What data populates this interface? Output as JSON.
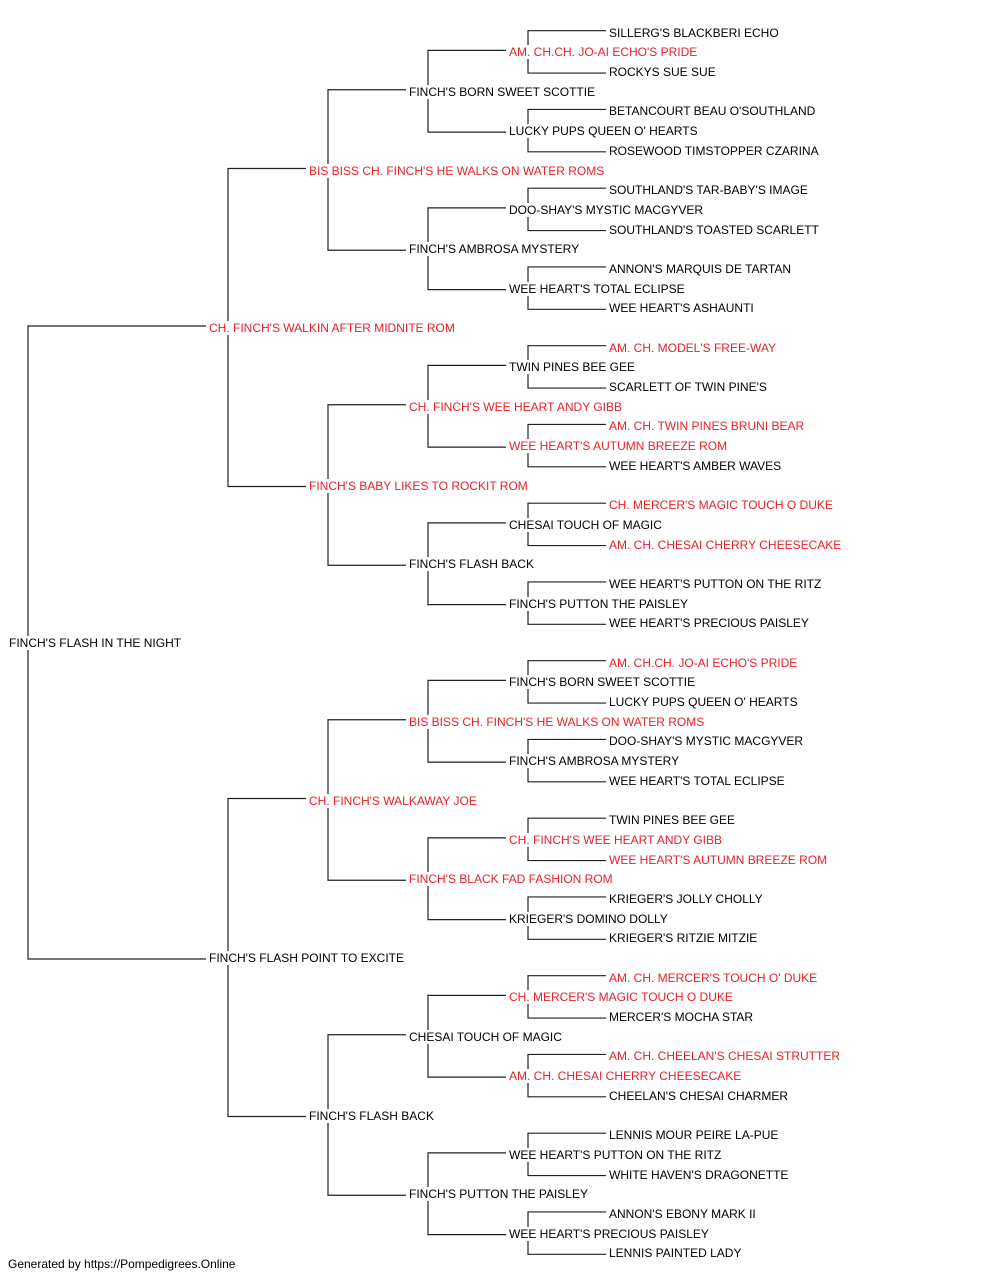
{
  "colors": {
    "champion_text": "#e8212a",
    "normal_text": "#000000",
    "connector_line": "#222222",
    "background": "#ffffff"
  },
  "pedigree": {
    "subject": {
      "name": "FINCH'S FLASH IN THE NIGHT",
      "champion": false
    },
    "generations": [
      [
        {
          "name": "CH. FINCH'S WALKIN AFTER MIDNITE ROM",
          "champion": true
        },
        {
          "name": "FINCH'S FLASH POINT TO EXCITE",
          "champion": false
        }
      ],
      [
        {
          "name": "BIS BISS CH. FINCH'S HE WALKS ON WATER ROMS",
          "champion": true
        },
        {
          "name": "FINCH'S BABY LIKES TO ROCKIT ROM",
          "champion": true
        },
        {
          "name": "CH. FINCH'S WALKAWAY JOE",
          "champion": true
        },
        {
          "name": "FINCH'S FLASH BACK",
          "champion": false
        }
      ],
      [
        {
          "name": "FINCH'S BORN SWEET SCOTTIE",
          "champion": false
        },
        {
          "name": "FINCH'S AMBROSA MYSTERY",
          "champion": false
        },
        {
          "name": "CH. FINCH'S WEE HEART ANDY GIBB",
          "champion": true
        },
        {
          "name": "FINCH'S FLASH BACK",
          "champion": false
        },
        {
          "name": "BIS BISS CH. FINCH'S HE WALKS ON WATER ROMS",
          "champion": true
        },
        {
          "name": "FINCH'S BLACK FAD FASHION ROM",
          "champion": true
        },
        {
          "name": "CHESAI TOUCH OF MAGIC",
          "champion": false
        },
        {
          "name": "FINCH'S PUTTON THE PAISLEY",
          "champion": false
        }
      ],
      [
        {
          "name": "AM. CH.CH. JO-AI ECHO'S PRIDE",
          "champion": true
        },
        {
          "name": "LUCKY PUPS QUEEN O' HEARTS",
          "champion": false
        },
        {
          "name": "DOO-SHAY'S MYSTIC MACGYVER",
          "champion": false
        },
        {
          "name": "WEE HEART'S TOTAL ECLIPSE",
          "champion": false
        },
        {
          "name": "TWIN PINES BEE GEE",
          "champion": false
        },
        {
          "name": "WEE HEART'S AUTUMN BREEZE ROM",
          "champion": true
        },
        {
          "name": "CHESAI TOUCH OF MAGIC",
          "champion": false
        },
        {
          "name": "FINCH'S PUTTON THE PAISLEY",
          "champion": false
        },
        {
          "name": "FINCH'S BORN SWEET SCOTTIE",
          "champion": false
        },
        {
          "name": "FINCH'S AMBROSA MYSTERY",
          "champion": false
        },
        {
          "name": "CH. FINCH'S WEE HEART ANDY GIBB",
          "champion": true
        },
        {
          "name": "KRIEGER'S DOMINO DOLLY",
          "champion": false
        },
        {
          "name": "CH. MERCER'S MAGIC TOUCH O DUKE",
          "champion": true
        },
        {
          "name": "AM. CH. CHESAI CHERRY CHEESECAKE",
          "champion": true
        },
        {
          "name": "WEE HEART'S PUTTON ON THE RITZ",
          "champion": false
        },
        {
          "name": "WEE HEART'S PRECIOUS PAISLEY",
          "champion": false
        }
      ],
      [
        {
          "name": "SILLERG'S BLACKBERI ECHO",
          "champion": false
        },
        {
          "name": "ROCKYS SUE SUE",
          "champion": false
        },
        {
          "name": "BETANCOURT BEAU O'SOUTHLAND",
          "champion": false
        },
        {
          "name": "ROSEWOOD TIMSTOPPER CZARINA",
          "champion": false
        },
        {
          "name": "SOUTHLAND'S TAR-BABY'S IMAGE",
          "champion": false
        },
        {
          "name": "SOUTHLAND'S TOASTED SCARLETT",
          "champion": false
        },
        {
          "name": "ANNON'S MARQUIS DE TARTAN",
          "champion": false
        },
        {
          "name": "WEE HEART'S ASHAUNTI",
          "champion": false
        },
        {
          "name": "AM. CH. MODEL'S FREE-WAY",
          "champion": true
        },
        {
          "name": "SCARLETT OF TWIN PINE'S",
          "champion": false
        },
        {
          "name": "AM. CH. TWIN PINES BRUNI BEAR",
          "champion": true
        },
        {
          "name": "WEE HEART'S AMBER WAVES",
          "champion": false
        },
        {
          "name": "CH. MERCER'S MAGIC TOUCH O DUKE",
          "champion": true
        },
        {
          "name": "AM. CH. CHESAI CHERRY CHEESECAKE",
          "champion": true
        },
        {
          "name": "WEE HEART'S PUTTON ON THE RITZ",
          "champion": false
        },
        {
          "name": "WEE HEART'S PRECIOUS PAISLEY",
          "champion": false
        },
        {
          "name": "AM. CH.CH. JO-AI ECHO'S PRIDE",
          "champion": true
        },
        {
          "name": "LUCKY PUPS QUEEN O' HEARTS",
          "champion": false
        },
        {
          "name": "DOO-SHAY'S MYSTIC MACGYVER",
          "champion": false
        },
        {
          "name": "WEE HEART'S TOTAL ECLIPSE",
          "champion": false
        },
        {
          "name": "TWIN PINES BEE GEE",
          "champion": false
        },
        {
          "name": "WEE HEART'S AUTUMN BREEZE ROM",
          "champion": true
        },
        {
          "name": "KRIEGER'S JOLLY CHOLLY",
          "champion": false
        },
        {
          "name": "KRIEGER'S RITZIE MITZIE",
          "champion": false
        },
        {
          "name": "AM. CH. MERCER'S TOUCH O' DUKE",
          "champion": true
        },
        {
          "name": "MERCER'S MOCHA STAR",
          "champion": false
        },
        {
          "name": "AM. CH. CHEELAN'S CHESAI STRUTTER",
          "champion": true
        },
        {
          "name": "CHEELAN'S CHESAI CHARMER",
          "champion": false
        },
        {
          "name": "LENNIS MOUR PEIRE LA-PUE",
          "champion": false
        },
        {
          "name": "WHITE HAVEN'S DRAGONETTE",
          "champion": false
        },
        {
          "name": "ANNON'S EBONY MARK II",
          "champion": false
        },
        {
          "name": "LENNIS PAINTED LADY",
          "champion": false
        }
      ]
    ]
  },
  "footer": {
    "text": "Generated by https://Pompedigrees.Online"
  }
}
